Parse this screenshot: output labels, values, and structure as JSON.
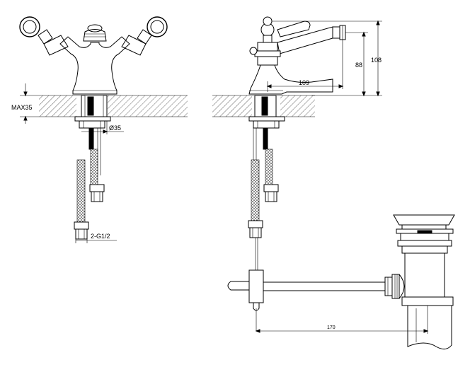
{
  "dimensions": {
    "max_deck": "MAX35",
    "hole_diameter": "Ø35",
    "connection": "2-G1/2",
    "reach": "109",
    "spout_height": "88",
    "total_height": "108",
    "waste_length": "170"
  }
}
